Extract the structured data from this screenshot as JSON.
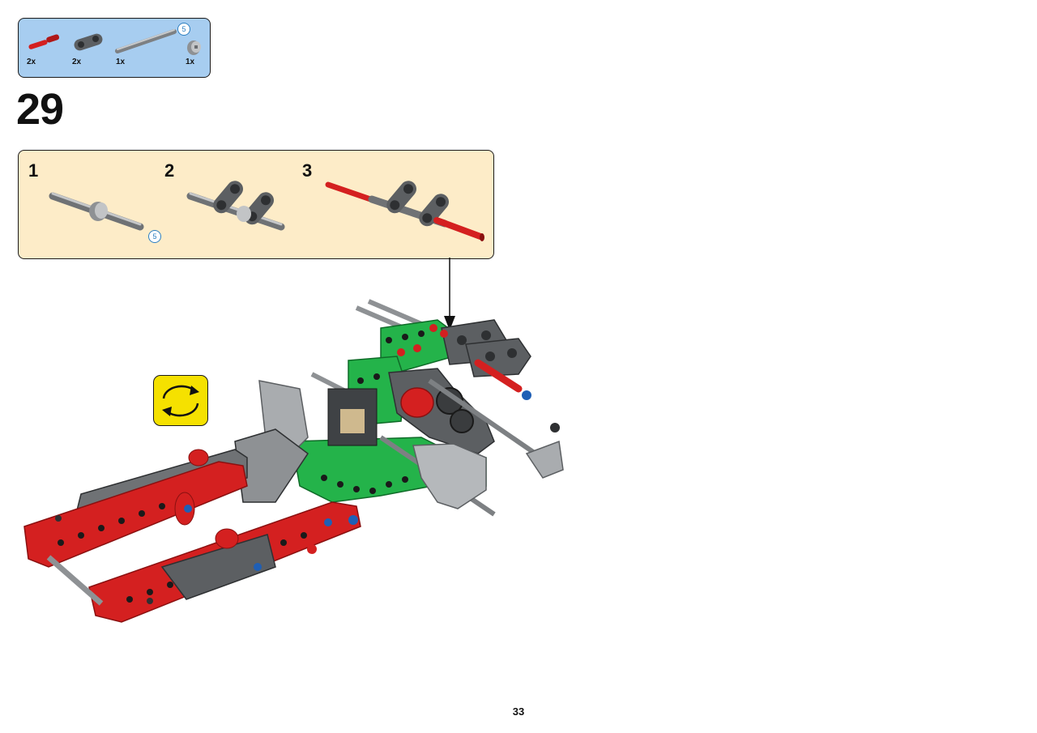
{
  "parts_list": {
    "items": [
      {
        "name": "red-axle-pin",
        "color": "#d42020",
        "qty": "2x"
      },
      {
        "name": "gray-axle-pin-connector",
        "color": "#5c5f62",
        "qty": "2x"
      },
      {
        "name": "gray-axle",
        "color": "#a9acaf",
        "qty": "1x",
        "length_badge": "5"
      },
      {
        "name": "gray-bush",
        "color": "#8e9194",
        "qty": "1x"
      }
    ]
  },
  "step": {
    "number": "29"
  },
  "sub_steps": [
    {
      "number": "1",
      "length_badge": "5"
    },
    {
      "number": "2"
    },
    {
      "number": "3"
    }
  ],
  "colors": {
    "parts_panel": "#a7cdf0",
    "substep_panel": "#fdecc8",
    "rotate_icon": "#f5e100",
    "brick_red": "#d42020",
    "brick_green": "#24b34a",
    "brick_dark_gray": "#5c5f62",
    "brick_light_gray": "#a9acaf",
    "brick_blue": "#1f5fb5"
  },
  "icons": {
    "rotate": "rotate-model-icon",
    "arrow": "placement-arrow-icon"
  },
  "page": {
    "number": "33"
  }
}
